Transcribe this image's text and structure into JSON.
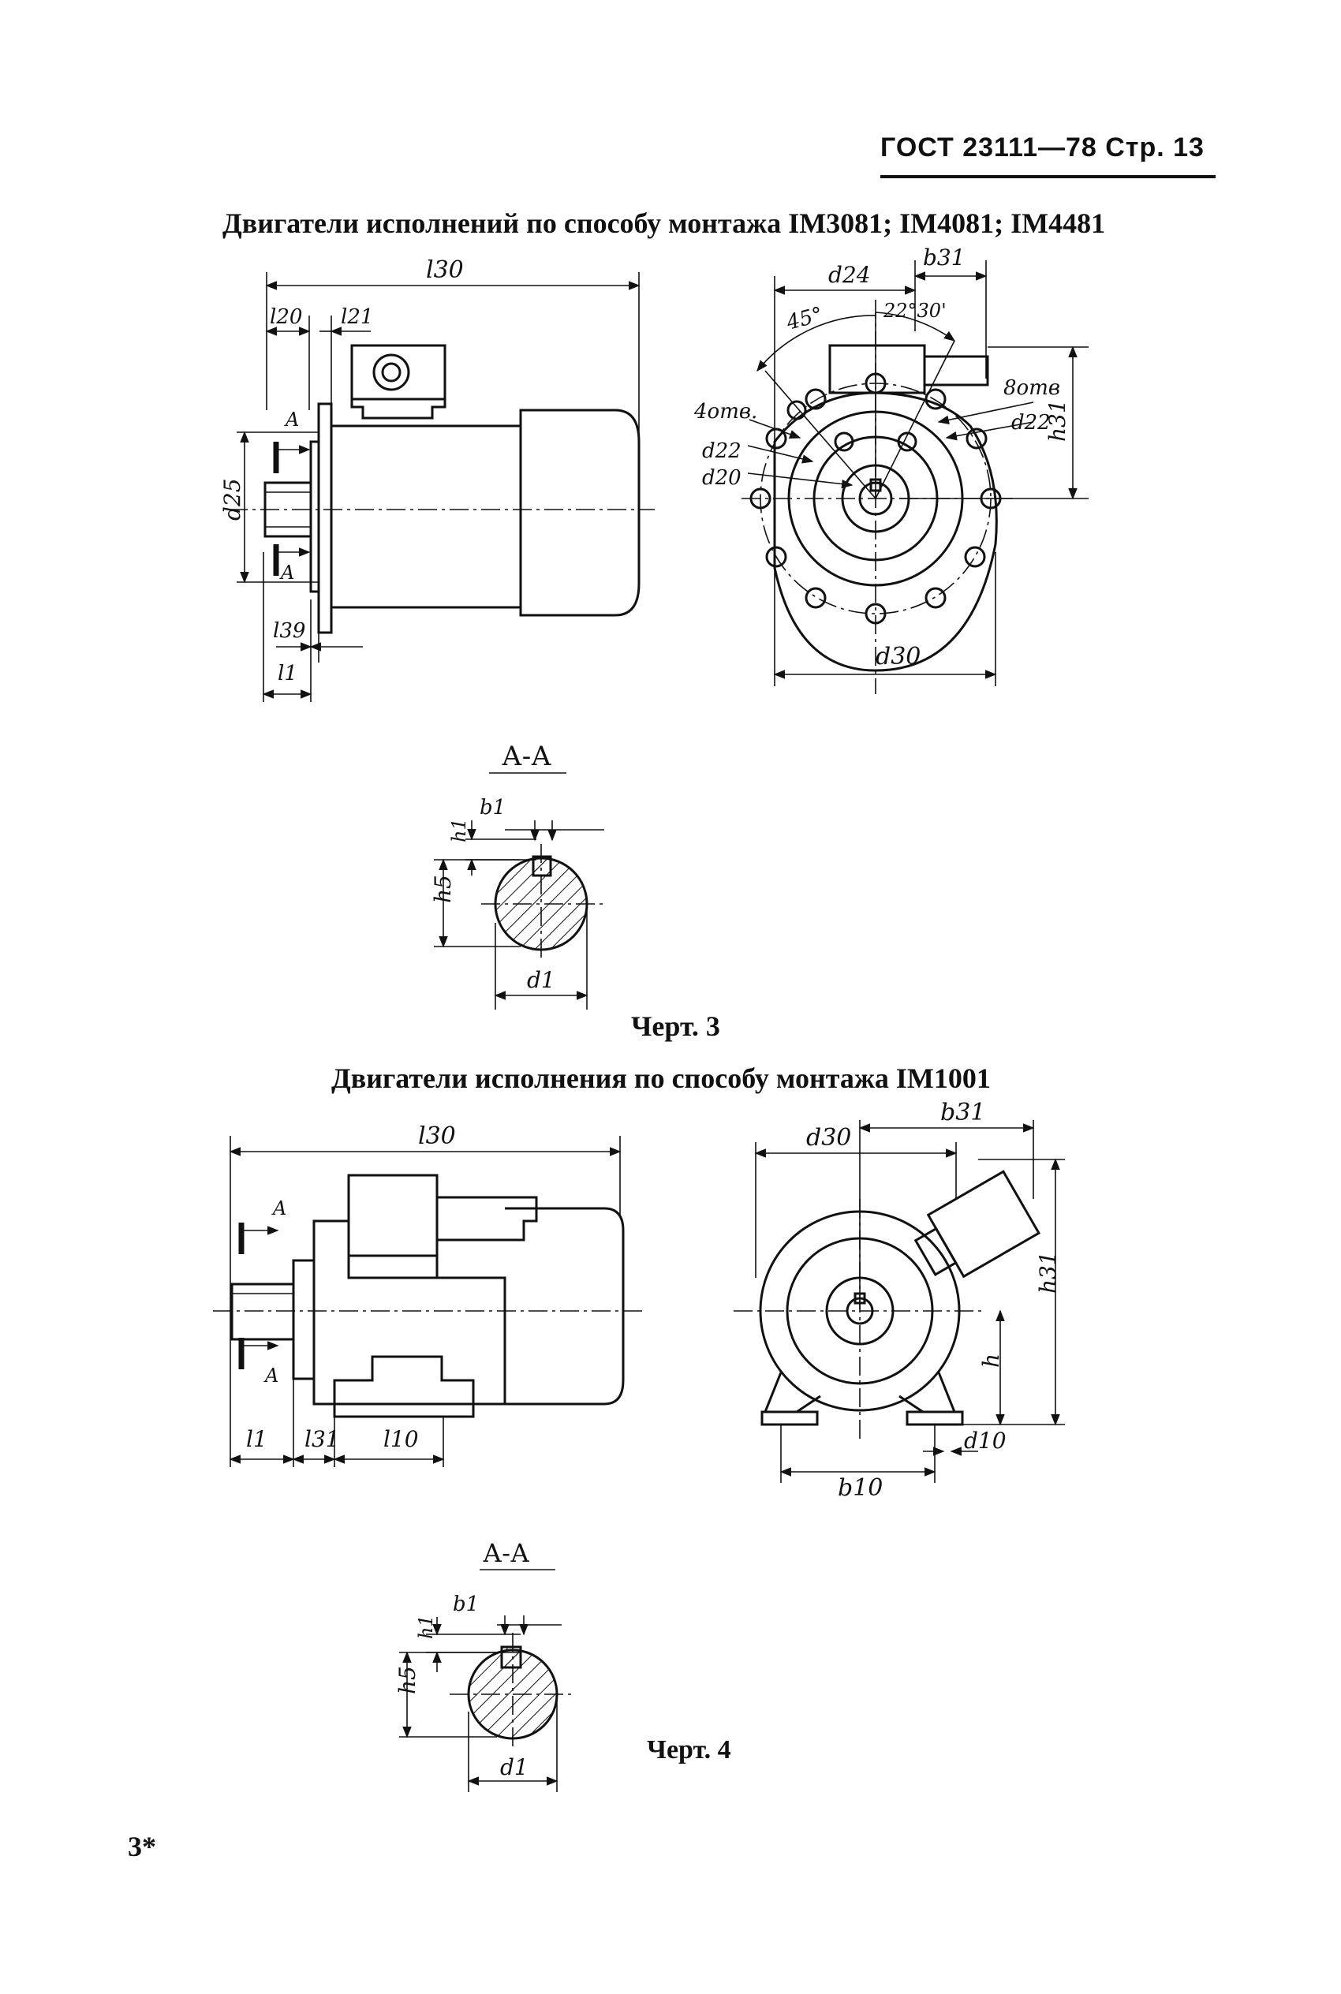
{
  "header": {
    "text": "ГОСТ 23111—78 Стр. 13"
  },
  "section1": {
    "title": "Двигатели исполнений по способу монтажа IM3081; IM4081; IM4481",
    "caption": "Черт. 3",
    "side_labels": {
      "l30": "l30",
      "l20": "l20",
      "l21": "l21",
      "d25": "d25",
      "l39": "l39",
      "l1": "l1",
      "A_top": "A",
      "A_bottom": "A"
    },
    "front_labels": {
      "d24": "d24",
      "b31": "b31",
      "angle45": "45°",
      "angle22": "22°30'",
      "holes8": "8отв",
      "d22_right": "d22",
      "holes4": "4отв.",
      "d22_left": "d22",
      "d20": "d20",
      "h31": "h31",
      "d30": "d30"
    },
    "section_labels": {
      "title": "А-А",
      "b1": "b1",
      "h1": "h1",
      "h5": "h5",
      "d1": "d1"
    }
  },
  "section2": {
    "title": "Двигатели исполнения по способу монтажа IM1001",
    "caption": "Черт. 4",
    "side_labels": {
      "l30": "l30",
      "A_top": "A",
      "A_bottom": "A",
      "l1": "l1",
      "l31": "l31",
      "l10": "l10"
    },
    "front_labels": {
      "d30": "d30",
      "b31": "b31",
      "h31": "h31",
      "h": "h",
      "b10": "b10",
      "d10": "d10"
    },
    "section_labels": {
      "title": "А-А",
      "b1": "b1",
      "h1": "h1",
      "h5": "h5",
      "d1": "d1"
    }
  },
  "page_number": "3*"
}
